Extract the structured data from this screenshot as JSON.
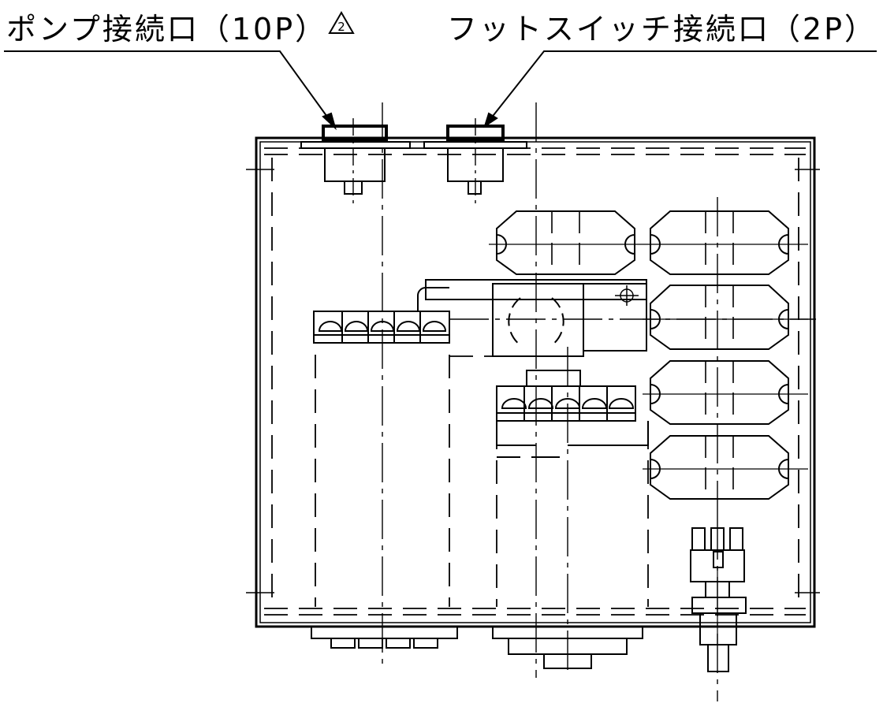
{
  "labels": {
    "pump_connector": "ポンプ接続口（10P）",
    "foot_switch_connector": "フットスイッチ接続口（2P）",
    "revision_mark": "2"
  },
  "colors": {
    "line": "#000000",
    "background": "#ffffff"
  }
}
